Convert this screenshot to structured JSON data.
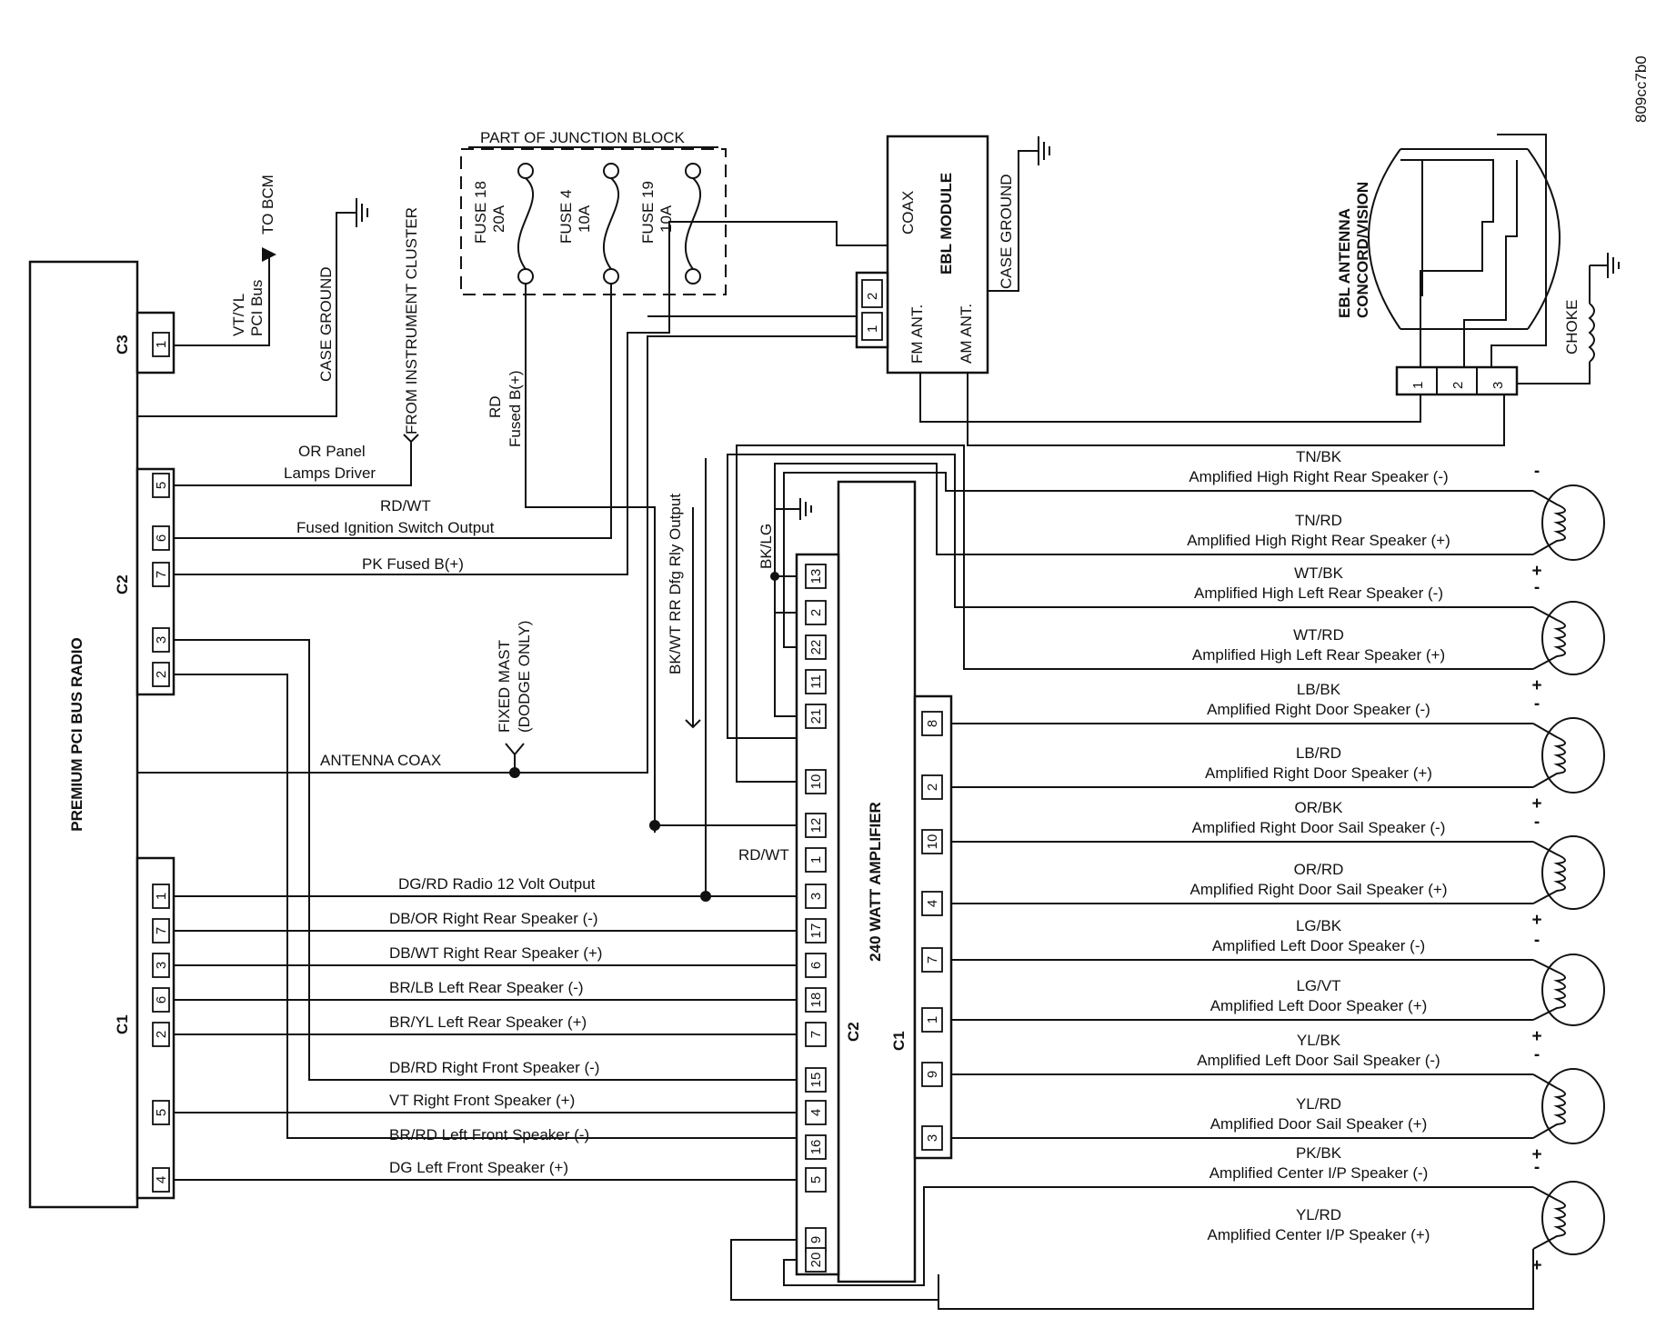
{
  "doc_code": "809cc7b0",
  "radio": {
    "title": "PREMIUM PCI BUS RADIO",
    "c1": "C1",
    "c2": "C2",
    "c3": "C3"
  },
  "amp": {
    "title": "240 WATT AMPLIFIER",
    "c1": "C1",
    "c2": "C2"
  },
  "ebl": {
    "title": "EBL MODULE",
    "coax": "COAX",
    "fm": "FM ANT.",
    "am": "AM ANT.",
    "case_ground": "CASE GROUND"
  },
  "junction": {
    "title": "PART OF JUNCTION BLOCK",
    "fuses": [
      {
        "name": "FUSE 18",
        "rating": "20A"
      },
      {
        "name": "FUSE 4",
        "rating": "10A"
      },
      {
        "name": "FUSE 19",
        "rating": "10A"
      }
    ]
  },
  "antenna": {
    "title": "EBL ANTENNA",
    "subtitle": "CONCORD/VISION",
    "choke": "CHOKE",
    "pins": [
      "1",
      "2",
      "3"
    ]
  },
  "top_labels": {
    "vt_yl": "VT/YL",
    "pci_bus": "PCI Bus",
    "to_bcm": "TO BCM",
    "case_ground": "CASE GROUND",
    "from_cluster": "FROM INSTRUMENT CLUSTER",
    "rd": "RD",
    "fused_b": "Fused B(+)",
    "bk_wt": "BK/WT RR Dfg Rly Output",
    "fixed_mast": "FIXED MAST",
    "dodge_only": "(DODGE ONLY)",
    "bk_lg": "BK/LG",
    "rd_wt_amp": "RD/WT"
  },
  "c3_pins": [
    "1"
  ],
  "c2_pins": [
    "5",
    "6",
    "7",
    "3",
    "2"
  ],
  "c1_pins": [
    "1",
    "7",
    "3",
    "6",
    "2",
    "5",
    "4"
  ],
  "c2_circuits": [
    {
      "code": "OR Panel",
      "desc": "Lamps Driver"
    },
    {
      "code": "RD/WT",
      "desc": "Fused Ignition Switch Output"
    },
    {
      "code": "PK Fused B(+)",
      "desc": ""
    }
  ],
  "antenna_coax": "ANTENNA COAX",
  "c1_circuits": [
    "DG/RD Radio 12 Volt Output",
    "DB/OR Right Rear Speaker (-)",
    "DB/WT Right Rear Speaker (+)",
    "BR/LB Left Rear Speaker (-)",
    "BR/YL Left Rear Speaker (+)",
    "DB/RD Right Front Speaker (-)",
    "VT Right Front Speaker (+)",
    "BR/RD Left Front Speaker (-)",
    "DG Left Front Speaker (+)"
  ],
  "amp_c2_pins": [
    "13",
    "2",
    "22",
    "11",
    "21",
    "10",
    "12",
    "1",
    "3",
    "17",
    "6",
    "18",
    "7",
    "15",
    "4",
    "16",
    "5",
    "9",
    "20"
  ],
  "amp_c1_pins": [
    "8",
    "2",
    "10",
    "4",
    "7",
    "1",
    "9",
    "3"
  ],
  "outputs": [
    {
      "code": "TN/BK",
      "desc": "Amplified High Right Rear Speaker (-)"
    },
    {
      "code": "TN/RD",
      "desc": "Amplified High Right Rear Speaker (+)"
    },
    {
      "code": "WT/BK",
      "desc": "Amplified High Left Rear Speaker (-)"
    },
    {
      "code": "WT/RD",
      "desc": "Amplified High Left Rear Speaker (+)"
    },
    {
      "code": "LB/BK",
      "desc": "Amplified Right Door Speaker (-)"
    },
    {
      "code": "LB/RD",
      "desc": "Amplified Right Door Speaker (+)"
    },
    {
      "code": "OR/BK",
      "desc": "Amplified Right Door Sail Speaker (-)"
    },
    {
      "code": "OR/RD",
      "desc": "Amplified Right Door Sail Speaker (+)"
    },
    {
      "code": "LG/BK",
      "desc": "Amplified Left Door Speaker (-)"
    },
    {
      "code": "LG/VT",
      "desc": "Amplified Left Door Speaker (+)"
    },
    {
      "code": "YL/BK",
      "desc": "Amplified Left Door Sail Speaker (-)"
    },
    {
      "code": "YL/RD",
      "desc": "Amplified Door Sail Speaker (+)"
    },
    {
      "code": "PK/BK",
      "desc": "Amplified Center I/P Speaker (-)"
    },
    {
      "code": "YL/RD",
      "desc": "Amplified Center I/P Speaker (+)"
    }
  ],
  "signs": {
    "minus": "-",
    "plus": "+"
  }
}
